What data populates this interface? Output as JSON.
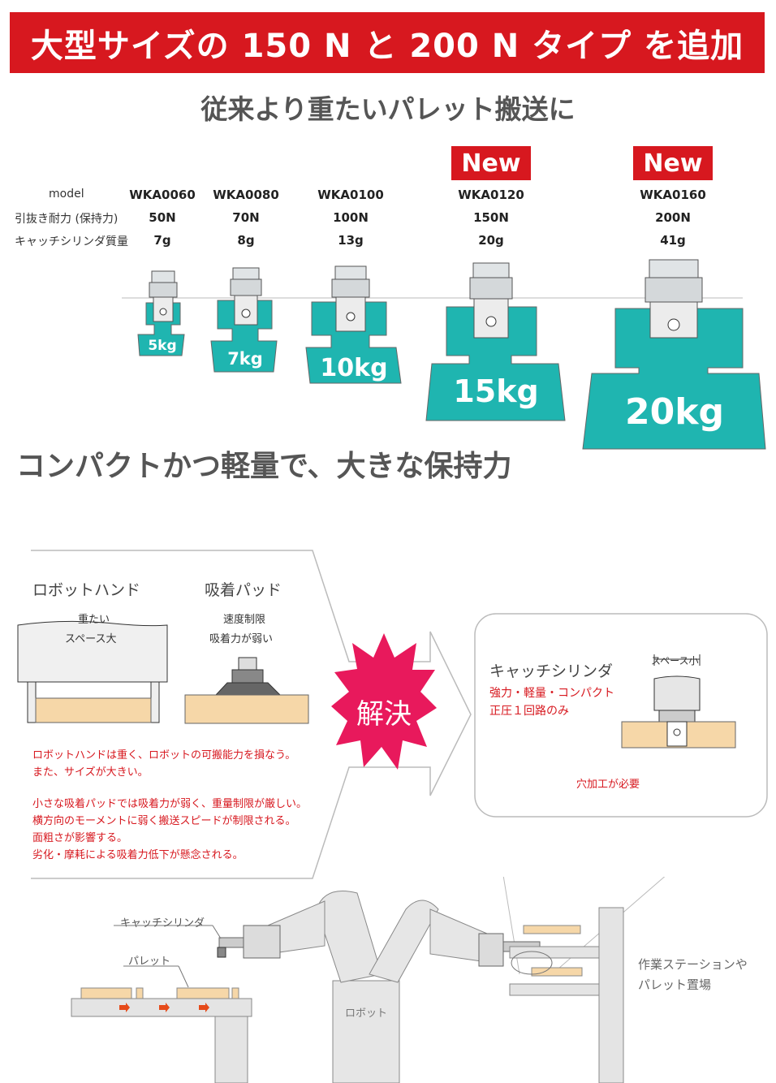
{
  "banner": {
    "title": "大型サイズの 150 N と 200 N タイプ を追加"
  },
  "subtitle": "従来より重たいパレット搬送に",
  "spec_table": {
    "row_labels": {
      "model": "model",
      "force": "引抜き耐力 (保持力)",
      "mass": "キャッチシリンダ質量"
    },
    "columns": [
      {
        "model": "WKA0060",
        "force": "50N",
        "mass": "7g",
        "payload": "5kg",
        "is_new": false
      },
      {
        "model": "WKA0080",
        "force": "70N",
        "mass": "8g",
        "payload": "7kg",
        "is_new": false
      },
      {
        "model": "WKA0100",
        "force": "100N",
        "mass": "13g",
        "payload": "10kg",
        "is_new": false
      },
      {
        "model": "WKA0120",
        "force": "150N",
        "mass": "20g",
        "payload": "15kg",
        "is_new": true
      },
      {
        "model": "WKA0160",
        "force": "200N",
        "mass": "41g",
        "payload": "20kg",
        "is_new": true
      }
    ],
    "new_label": "New"
  },
  "heading2": "コンパクトかつ軽量で、大きな保持力",
  "problem_panel": {
    "robot_hand": {
      "title": "ロボットハンド",
      "notes": [
        "重たい",
        "スペース大"
      ]
    },
    "suction_pad": {
      "title": "吸着パッド",
      "notes": [
        "速度制限",
        "吸着力が弱い"
      ]
    },
    "issues_1": [
      "ロボットハンドは重く、ロボットの可搬能力を損なう。",
      "また、サイズが大きい。"
    ],
    "issues_2": [
      "小さな吸着パッドでは吸着力が弱く、重量制限が厳しい。",
      "横方向のモーメントに弱く搬送スピードが制限される。",
      "面粗さが影響する。",
      "劣化・摩耗による吸着力低下が懸念される。"
    ]
  },
  "solve_badge": "解決",
  "solution_panel": {
    "title": "キャッチシリンダ",
    "features": [
      "強力・軽量・コンパクト",
      "正圧１回路のみ"
    ],
    "space_label": "スペース小",
    "hole_note": "穴加工が必要"
  },
  "bottom_diagram": {
    "catch_cylinder_label": "キャッチシリンダ",
    "pallet_label": "パレット",
    "robot_label": "ロボット",
    "station_label": [
      "作業ステーションや",
      "パレット置場"
    ]
  },
  "colors": {
    "accent_red": "#d7181f",
    "teal": "#1fb5b0",
    "wood": "#f6d7a8",
    "gray_text": "#555555"
  }
}
